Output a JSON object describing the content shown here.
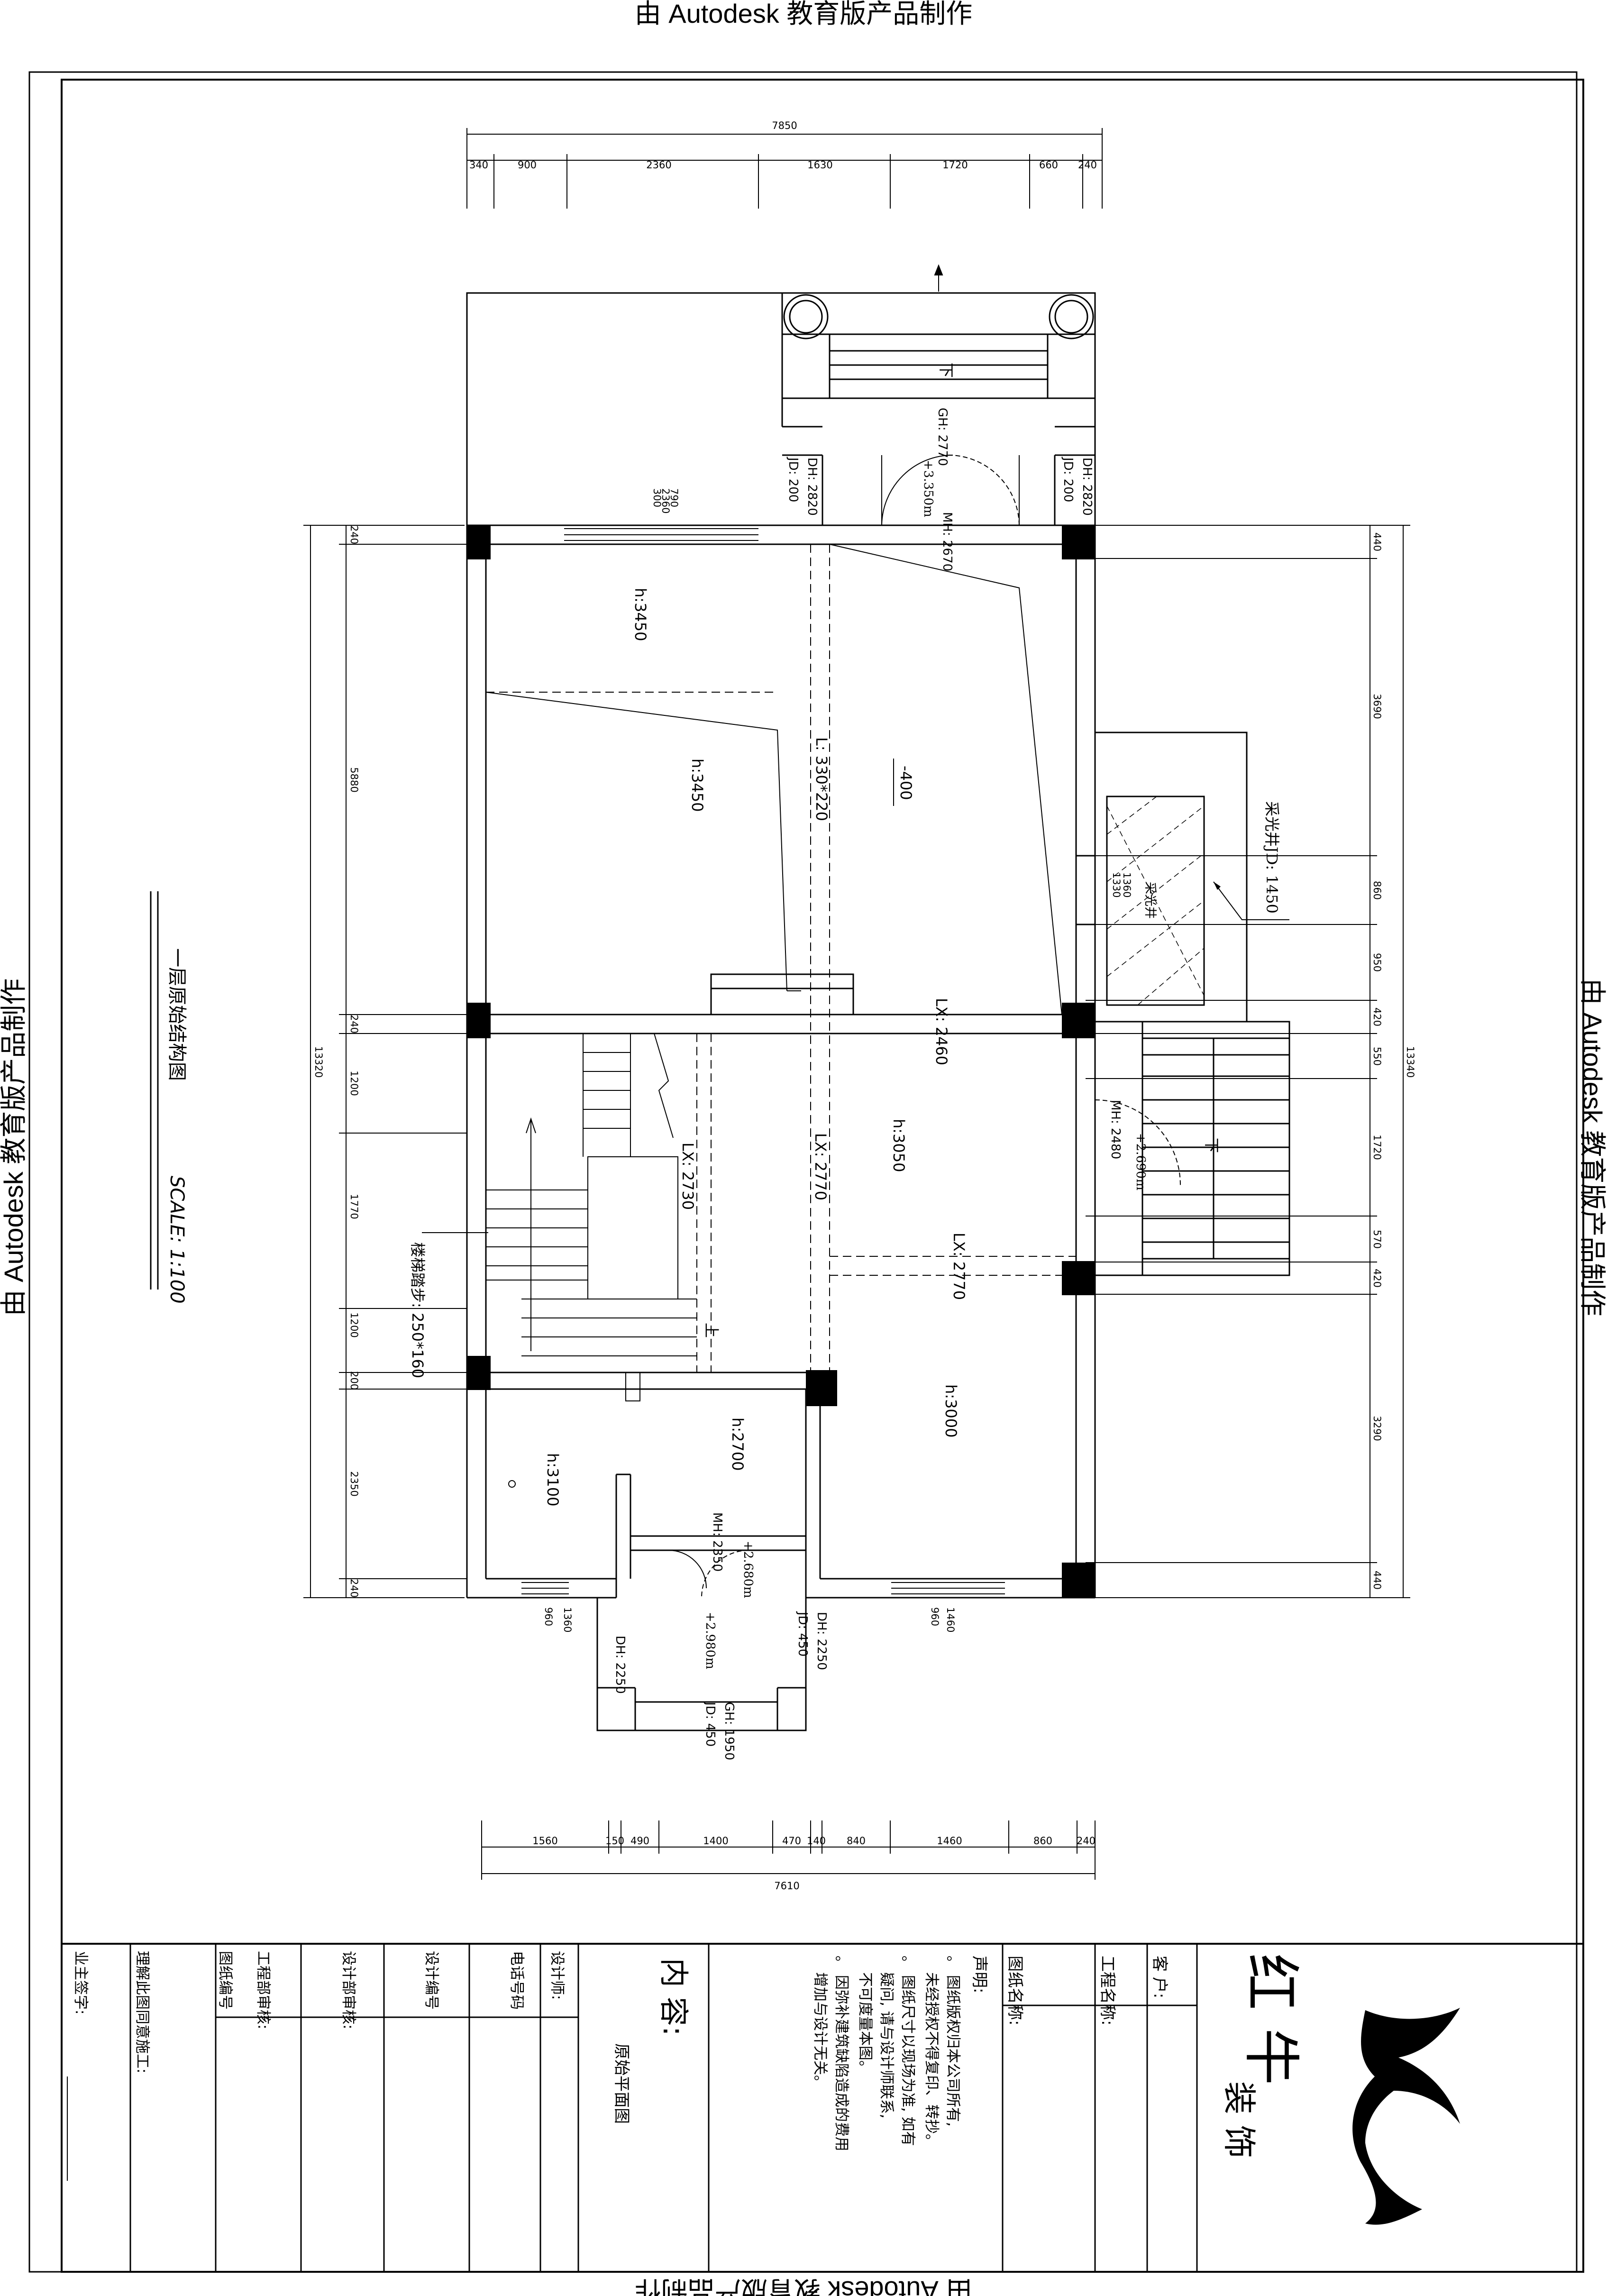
{
  "watermark": {
    "text": "由 Autodesk 教育版产品制作"
  },
  "drawing": {
    "title": "一层原始结构图",
    "scale": "SCALE: 1:100",
    "stair_note": "楼梯踏步: 250*160",
    "top_dims": {
      "total": "7850",
      "segments": [
        "340",
        "900",
        "2360",
        "1630",
        "1720",
        "660",
        "240"
      ]
    },
    "bottom_dims": {
      "total": "7610",
      "segments": [
        "1560",
        "150",
        "490",
        "1400",
        "470",
        "140",
        "840",
        "1460",
        "860",
        "240"
      ]
    },
    "left_dims": {
      "total": "13320",
      "segments": [
        "240",
        "5880",
        "240",
        "1200",
        "1770",
        "1200",
        "200",
        "2350",
        "240"
      ]
    },
    "right_dims": {
      "total": "13340",
      "segments": [
        "440",
        "3690",
        "860",
        "950",
        "420",
        "550",
        "1720",
        "570",
        "420",
        "3290",
        "440"
      ]
    },
    "rooms": {
      "h1": "h:3450",
      "h2": "h:3450",
      "h3": "h:3050",
      "h4": "h:3000",
      "h5": "h:2700",
      "h6": "h:3100"
    },
    "beams": {
      "l_main": "L: 330*220",
      "lx_2460": "LX: 2460",
      "lx_2770a": "LX: 2770",
      "lx_2770b": "LX: 2770",
      "lx_2730": "LX: 2730"
    },
    "level_400": "-400",
    "lightwell": {
      "label": "采光井",
      "note": "采光井JD: 1450",
      "d1": "1360",
      "d2": "1330"
    },
    "top_entry": {
      "gh": "GH: 2770",
      "dh_l": "DH: 2820",
      "jd_l": "JD: 200",
      "dh_r": "DH: 2820",
      "jd_r": "JD: 200",
      "level": "+3.350m",
      "mh": "MH: 2670",
      "down": "下",
      "win1": "790",
      "win2": "2360",
      "win3": "300"
    },
    "right_entry": {
      "mh": "MH: 2480",
      "level": "+2.690m",
      "down": "下"
    },
    "bottom_entry": {
      "mh": "MH: 2350",
      "level1": "+2.680m",
      "level2": "+2.980m",
      "dh_l": "DH: 2250",
      "dh_r": "DH: 2250",
      "jd_r": "JD: 450",
      "gh": "GH: 1950",
      "jd_b": "JD: 450",
      "win_l1": "1360",
      "win_l2": "960",
      "win_r1": "1460",
      "win_r2": "960"
    },
    "stair_up": "上"
  },
  "title_block": {
    "brand_main": "红 牛",
    "brand_sub": "装 饰",
    "customer": "客  户:",
    "project": "工程名称:",
    "drawing_name": "图纸名称:",
    "statement_title": "声明:",
    "statement_1a": "。 图纸版权归本公司所有,",
    "statement_1b": "未经授权不得复印、转抄。",
    "statement_2a": "。 图纸尺寸以现场为准, 如有",
    "statement_2b": "疑问, 请与设计师联系,",
    "statement_2c": "不可度量本图。",
    "statement_3a": "。 因弥补建筑缺陷造成的费用",
    "statement_3b": "增加与设计无关。",
    "content_label": "内  容:",
    "content_value": "原始平面图",
    "designer": "设计师:",
    "phone": "电话号码",
    "design_no": "设计编号",
    "design_dept": "设计部审核:",
    "eng_dept": "工程部审核:",
    "drawing_no": "图纸编号",
    "understood": "理解此图同意施工:",
    "owner_sign": "业主签字:"
  }
}
